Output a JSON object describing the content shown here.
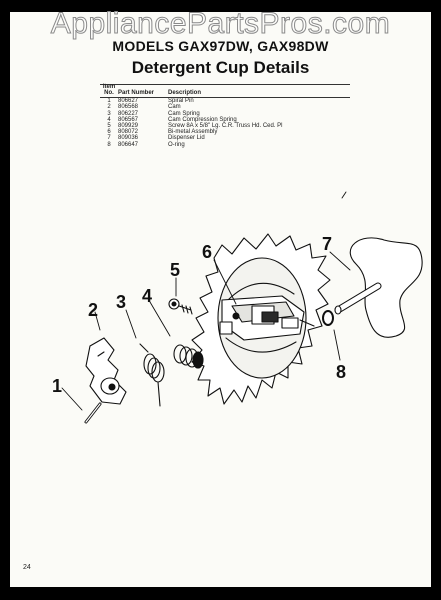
{
  "watermark": "AppliancePartsPros.com",
  "models_line": "MODELS GAX97DW, GAX98DW",
  "title": "Detergent Cup Details",
  "table": {
    "headers": {
      "item_line1": "Item",
      "item_line2": "No.",
      "part_number": "Part Number",
      "description": "Description"
    },
    "rows": [
      {
        "item": "1",
        "part": "806627",
        "desc": "Spiral Pin"
      },
      {
        "item": "2",
        "part": "806568",
        "desc": "Cam"
      },
      {
        "item": "3",
        "part": "806227",
        "desc": "Cam Spring"
      },
      {
        "item": "4",
        "part": "806567",
        "desc": "Cam Compression Spring"
      },
      {
        "item": "5",
        "part": "809929",
        "desc": "Screw 8A x 5/8\" Lg. C.R. Truss Hd. Ced. Pl"
      },
      {
        "item": "6",
        "part": "808072",
        "desc": "Bi-metal Assembly"
      },
      {
        "item": "7",
        "part": "809036",
        "desc": "Dispenser Lid"
      },
      {
        "item": "8",
        "part": "806647",
        "desc": "O-ring"
      }
    ]
  },
  "callouts": [
    "1",
    "2",
    "3",
    "4",
    "5",
    "6",
    "7",
    "8"
  ],
  "page_number": "24"
}
